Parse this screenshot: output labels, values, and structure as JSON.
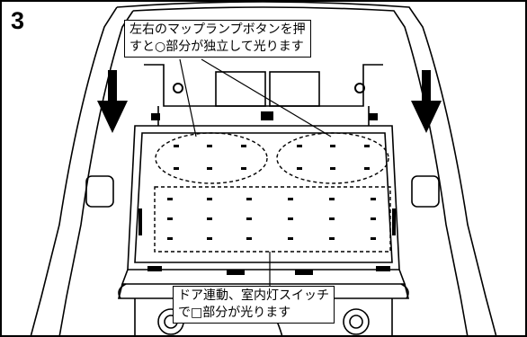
{
  "step_number": "3",
  "callout_top": {
    "line1": "左右のマップランプボタンを押",
    "line2": "すと○部分が独立して光ります"
  },
  "callout_bottom": {
    "line1": "ドア連動、室内灯スイッチ",
    "line2": "で□部分が光ります"
  }
}
